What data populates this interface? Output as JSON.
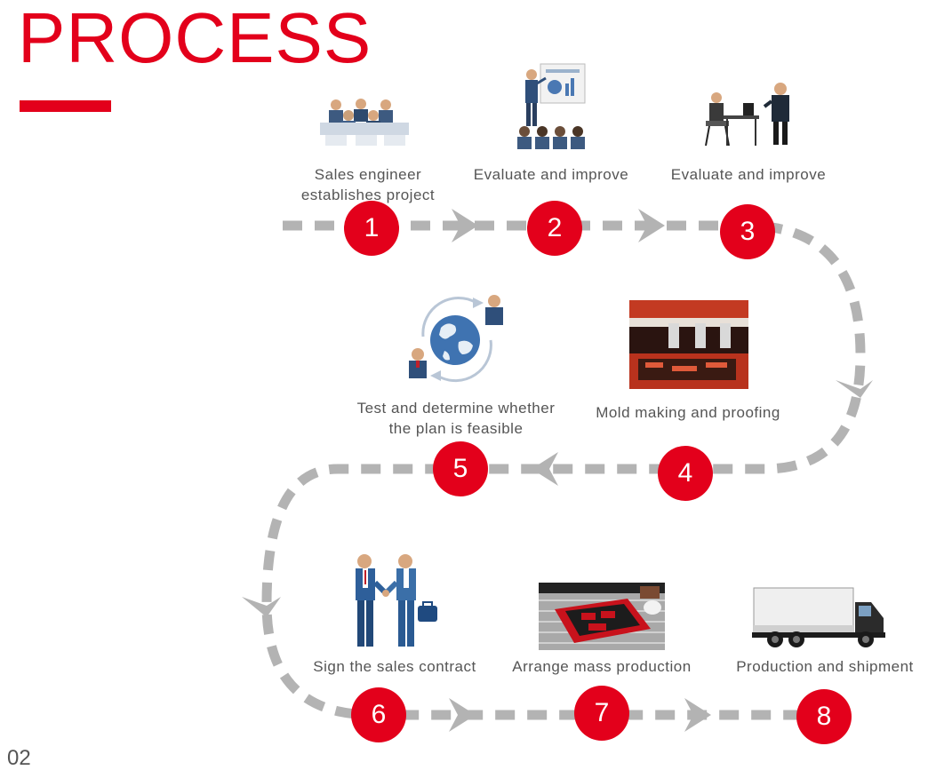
{
  "title": "PROCESS",
  "page_number": "02",
  "colors": {
    "accent": "#e3001b",
    "connector": "#b3b3b3",
    "text": "#555555"
  },
  "steps": [
    {
      "number": "1",
      "label": "Sales engineer\nestablishes project",
      "icon": "team-meeting-icon"
    },
    {
      "number": "2",
      "label": "Evaluate and improve",
      "icon": "presentation-icon"
    },
    {
      "number": "3",
      "label": "Evaluate and improve",
      "icon": "office-discussion-icon"
    },
    {
      "number": "4",
      "label": "Mold making and proofing",
      "icon": "cnc-machine-photo"
    },
    {
      "number": "5",
      "label": "Test and determine whether\nthe plan is feasible",
      "icon": "global-network-icon"
    },
    {
      "number": "6",
      "label": "Sign the sales contract",
      "icon": "handshake-icon"
    },
    {
      "number": "7",
      "label": "Arrange mass production",
      "icon": "production-tray-photo"
    },
    {
      "number": "8",
      "label": "Production and shipment",
      "icon": "delivery-truck-icon"
    }
  ]
}
